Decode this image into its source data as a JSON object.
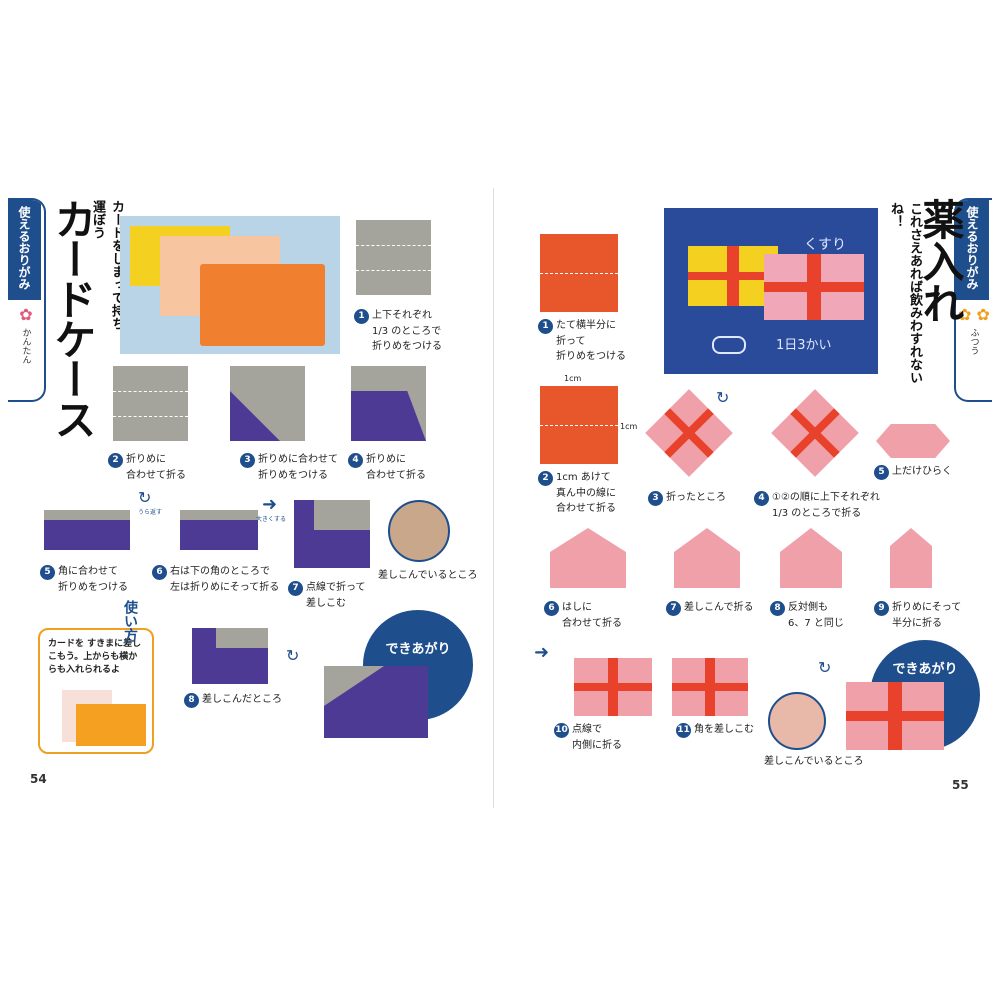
{
  "left": {
    "tab": {
      "label": "使えるおりがみ",
      "level": "かんたん",
      "flower": "✿"
    },
    "title": "カードケース",
    "subtitle": "カードをしまって持ち運ぼう",
    "steps": [
      {
        "num": "1",
        "text": "上下それぞれ",
        "text2": "1/3 のところで",
        "text3": "折りめをつける"
      },
      {
        "num": "2",
        "text": "折りめに",
        "text2": "合わせて折る"
      },
      {
        "num": "3",
        "text": "折りめに合わせて",
        "text2": "折りめをつける"
      },
      {
        "num": "4",
        "text": "折りめに",
        "text2": "合わせて折る"
      },
      {
        "num": "5",
        "text": "角に合わせて",
        "text2": "折りめをつける"
      },
      {
        "num": "6",
        "text": "右は下の角のところで",
        "text2": "左は折りめにそって折る"
      },
      {
        "num": "7",
        "text": "点線で折って",
        "text2": "差しこむ"
      },
      {
        "num": "8",
        "text": "差しこんだところ"
      }
    ],
    "inserting_caption": "差しこんでいるところ",
    "usage_title": "使い方",
    "usage_text": "カードを すきまに差しこもう。上からも横からも入れられるよ",
    "done_label": "できあがり",
    "page_number": "54"
  },
  "right": {
    "tab": {
      "label": "使えるおりがみ",
      "level": "ふつう",
      "flower": "✿ ✿"
    },
    "title": "薬入れ",
    "subtitle": "これさえあれば飲みわすれないね！",
    "photo_labels": {
      "kusuri": "くすり",
      "dose": "1日3かい"
    },
    "measure": {
      "top": "1cm",
      "side": "1cm"
    },
    "steps": [
      {
        "num": "1",
        "text": "たて横半分に",
        "text2": "折って",
        "text3": "折りめをつける"
      },
      {
        "num": "2",
        "text": "1cm あけて",
        "text2": "真ん中の線に",
        "text3": "合わせて折る"
      },
      {
        "num": "3",
        "text": "折ったところ"
      },
      {
        "num": "4",
        "text": "①②の順に上下それぞれ",
        "text2": "1/3 のところで折る"
      },
      {
        "num": "5",
        "text": "上だけひらく"
      },
      {
        "num": "6",
        "text": "はしに",
        "text2": "合わせて折る"
      },
      {
        "num": "7",
        "text": "差しこんで折る"
      },
      {
        "num": "8",
        "text": "反対側も",
        "text2": "6、7 と同じ"
      },
      {
        "num": "9",
        "text": "折りめにそって",
        "text2": "半分に折る"
      },
      {
        "num": "10",
        "text": "点線で",
        "text2": "内側に折る"
      },
      {
        "num": "11",
        "text": "角を差しこむ"
      }
    ],
    "inserting_caption": "差しこんでいるところ",
    "done_label": "できあがり",
    "page_number": "55"
  },
  "turn_label": "うら返す",
  "zoom_label": "大きくする",
  "colors": {
    "navy": "#1f4e8c",
    "purple": "#4d3a95",
    "gray": "#a4a39c",
    "orange": "#e8572c",
    "pink": "#f0a0a8",
    "red": "#e8412c"
  }
}
